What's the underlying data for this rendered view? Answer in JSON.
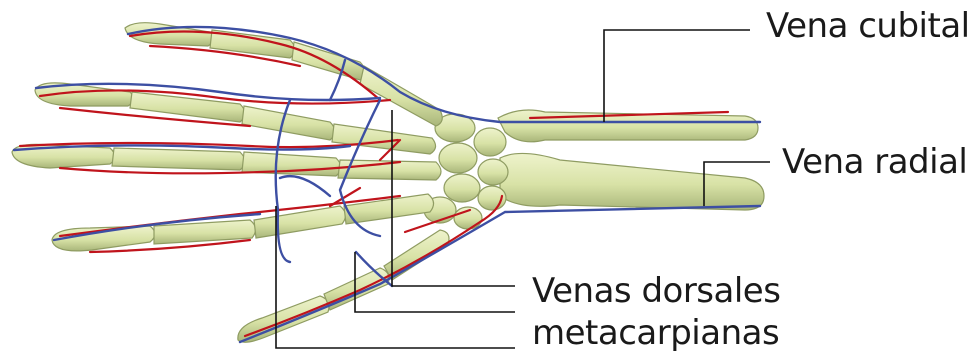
{
  "labels": {
    "vena_cubital": "Vena cubital",
    "vena_radial": "Vena radial",
    "venas_dorsales": "Venas dorsales",
    "metacarpianas": "metacarpianas"
  },
  "colors": {
    "bone": "#dfe8b0",
    "bone_shadow": "#a8b57a",
    "vein": "#3d4fa3",
    "artery": "#c0141c",
    "leader": "#111111"
  }
}
